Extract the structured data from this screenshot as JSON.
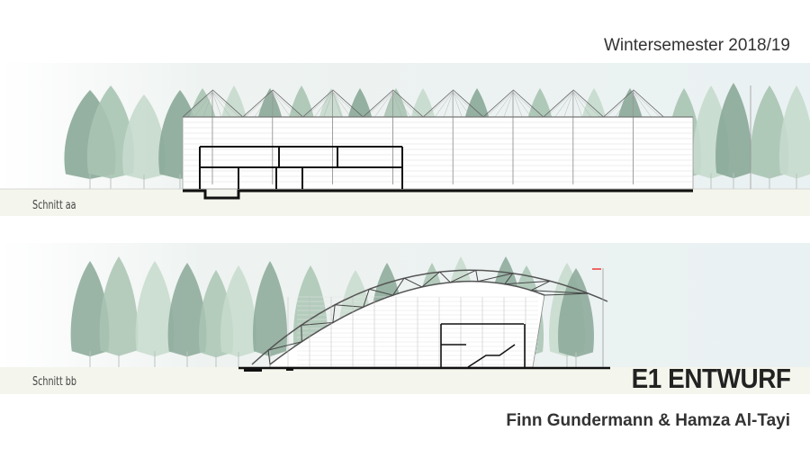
{
  "header": {
    "semester": "Wintersemester 2018/19"
  },
  "sections": [
    {
      "label": "Schnitt aa"
    },
    {
      "label": "Schnitt bb"
    }
  ],
  "footer": {
    "title": "E1 ENTWURF",
    "authors": "Finn Gundermann & Hamza Al-Tayi"
  },
  "colors": {
    "tree_dark": "#8aa898",
    "tree_mid": "#a9c4b3",
    "tree_light": "#c7dacd",
    "ground": "#f4f5ec",
    "sky": "#eef3f2",
    "line": "#111111"
  }
}
